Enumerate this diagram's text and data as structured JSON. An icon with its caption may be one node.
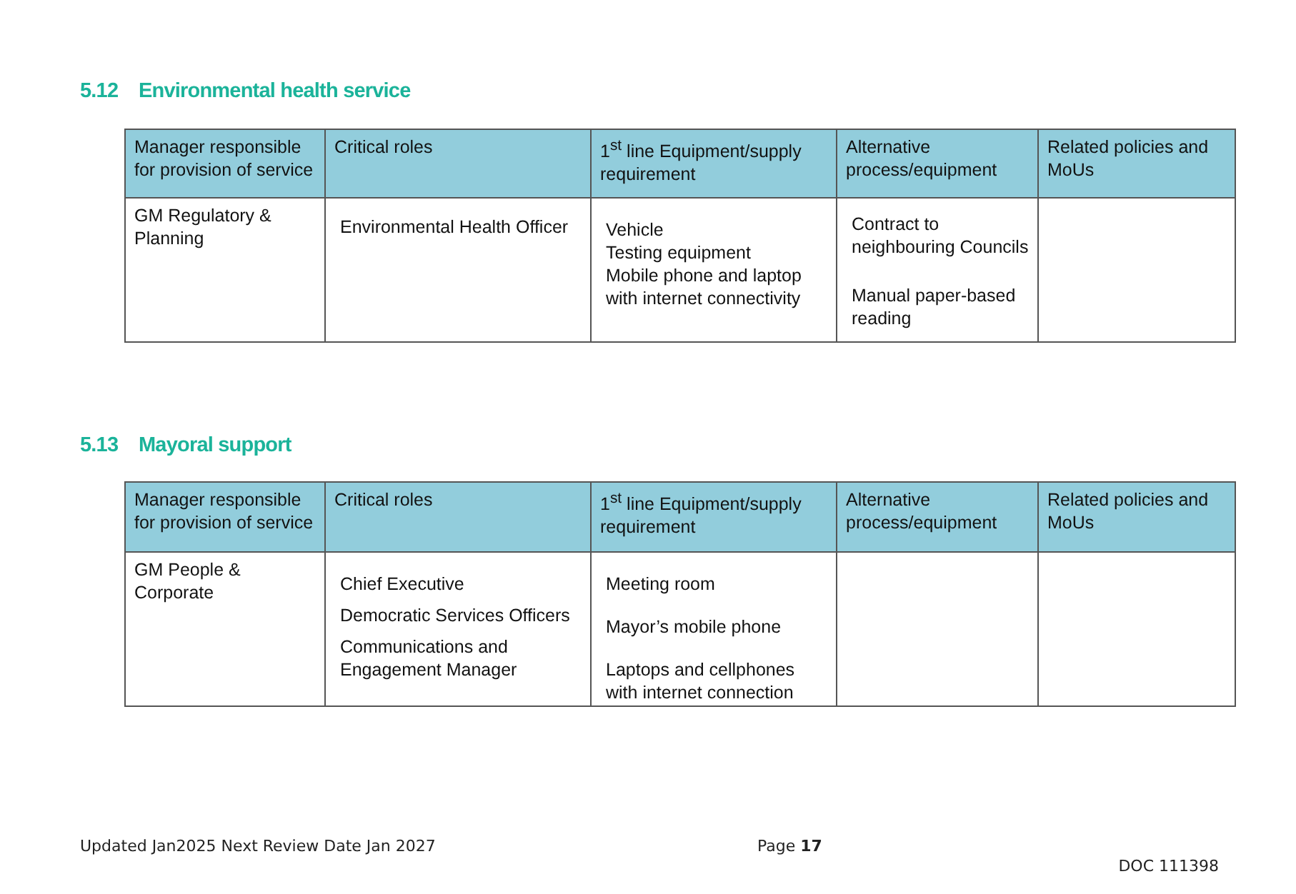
{
  "diagram": {
    "labels": [
      "5.12",
      "Environmental health service",
      "Manager responsible for provision of service",
      "Critical roles",
      "1$^{st}$ line Equipment/supply requirement",
      "Alternative process/equipment",
      "Related policies and MoUs",
      "GM Regulatory & Planning",
      "Environmental Health Officer",
      "Vehicle",
      "Testing equipment",
      "Mobile phone and laptop with internet connectivity",
      "Contract to neighbouring Councils",
      "Manual paper-based reading",
      "5.13",
      "Mayoral support",
      "Manager responsible for provision of service",
      "Critical roles",
      "1$^{st}$ line Equipment/supply requirement",
      "Alternative process/equipment",
      "Related policies and MoUs",
      "GM People & Corporate",
      "Chief Executive",
      "Democratic Services Officers",
      "Communications and Engagement Manager",
      "Meeting room",
      "Mayor’s mobile phone",
      "Laptops and cellphones with internet connection",
      "Updated Jan2025 Next Review Date Jan 2027",
      "Page **17**",
      "DOC 111398"
    ]
  }
}
